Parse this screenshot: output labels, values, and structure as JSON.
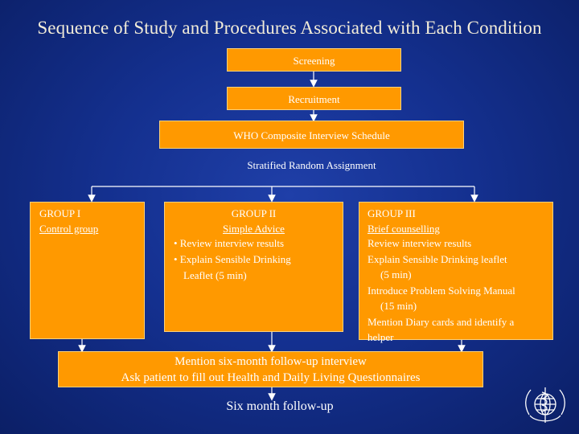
{
  "title": "Sequence of Study and Procedures Associated with Each Condition",
  "steps": {
    "screening": "Screening",
    "recruitment": "Recruitment",
    "who": "WHO Composite Interview Schedule",
    "stratified": "Stratified Random Assignment"
  },
  "groups": [
    {
      "title": "GROUP I",
      "subtitle": "Control group",
      "lines": []
    },
    {
      "title": "GROUP II",
      "subtitle": "Simple Advice",
      "lines": [
        "• Review interview  results",
        "• Explain Sensible  Drinking",
        "Leaflet  (5 min)"
      ]
    },
    {
      "title": "GROUP III",
      "subtitle": "Brief counselling",
      "lines": [
        "Review interview results",
        "Explain Sensible Drinking leaflet",
        "(5 min)",
        "Introduce Problem Solving Manual",
        "(15 min)",
        "Mention Diary cards and identify a",
        "helper"
      ]
    }
  ],
  "followup": {
    "line1": "Mention six-month follow-up interview",
    "line2": "Ask patient to fill out Health and Daily Living Questionnaires",
    "final": "Six month follow-up"
  },
  "colors": {
    "box": "#ff9900",
    "background": "#14308f",
    "title": "#f2ecd8"
  },
  "logo_icon": "who-emblem-icon"
}
